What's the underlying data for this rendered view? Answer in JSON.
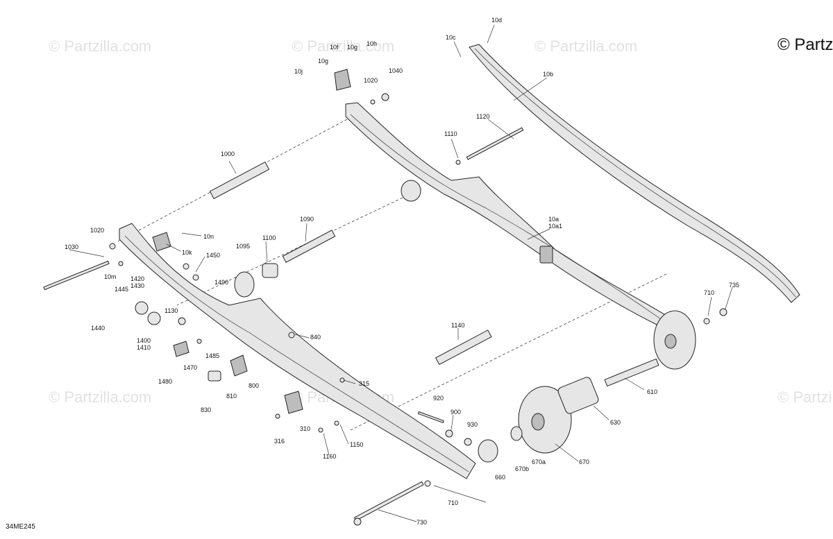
{
  "copyright": "© Partz",
  "watermark": "© Partzilla.com",
  "diagram_code": "34ME245",
  "labels": {
    "l10d": "10d",
    "l10c": "10c",
    "l10f": "10f",
    "l10g_top": "10g",
    "l10h": "10h",
    "l10g": "10g",
    "l10j": "10j",
    "l1040": "1040",
    "l1020_top": "1020",
    "l10b": "10b",
    "l1120": "1120",
    "l1110": "1110",
    "l1000": "1000",
    "l1020": "1020",
    "l1030": "1030",
    "l10n": "10n",
    "l10k": "10k",
    "l10m": "10m",
    "l1090": "1090",
    "l1100": "1100",
    "l1095": "1095",
    "l1450": "1450",
    "l10a": "10a",
    "l10a1": "10a1",
    "l1445": "1445",
    "l1420": "1420",
    "l1430": "1430",
    "l1490": "1490",
    "l1130": "1130",
    "l1440": "1440",
    "l1400": "1400",
    "l1410": "1410",
    "l840": "840",
    "l1140": "1140",
    "l710_top": "710",
    "l735": "735",
    "l1485": "1485",
    "l1470": "1470",
    "l1480": "1480",
    "l800": "800",
    "l315": "315",
    "l610": "610",
    "l810": "810",
    "l830": "830",
    "l920": "920",
    "l900": "900",
    "l930": "930",
    "l630": "630",
    "l310": "310",
    "l316": "316",
    "l1150": "1150",
    "l1160": "1160",
    "l670": "670",
    "l670a": "670a",
    "l670b": "670b",
    "l660": "660",
    "l710": "710",
    "l730": "730"
  }
}
